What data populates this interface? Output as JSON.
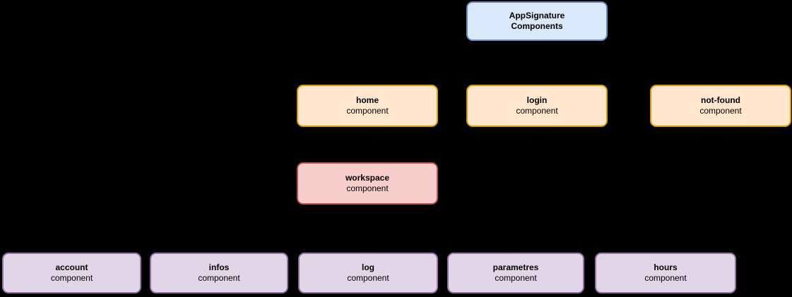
{
  "canvas": {
    "background": "#000000",
    "text_color": "#000000"
  },
  "palette": {
    "blue": {
      "fill": "#dae8fc",
      "stroke": "#6c8ebf"
    },
    "orange": {
      "fill": "#ffe6cc",
      "stroke": "#d79b00"
    },
    "red": {
      "fill": "#f8cecc",
      "stroke": "#b85450"
    },
    "purple": {
      "fill": "#e1d5e7",
      "stroke": "#9673a6"
    }
  },
  "nodes": {
    "appsignature": {
      "line1": "AppSignature",
      "line2": "Components",
      "theme": "blue"
    },
    "home": {
      "line1": "home",
      "line2": "component",
      "theme": "orange"
    },
    "login": {
      "line1": "login",
      "line2": "component",
      "theme": "orange"
    },
    "not_found": {
      "line1": "not-found",
      "line2": "component",
      "theme": "orange"
    },
    "workspace": {
      "line1": "workspace",
      "line2": "component",
      "theme": "red"
    },
    "account": {
      "line1": "account",
      "line2": "component",
      "theme": "purple"
    },
    "infos": {
      "line1": "infos",
      "line2": "component",
      "theme": "purple"
    },
    "log": {
      "line1": "log",
      "line2": "component",
      "theme": "purple"
    },
    "parametres": {
      "line1": "parametres",
      "line2": "component",
      "theme": "purple"
    },
    "hours": {
      "line1": "hours",
      "line2": "component",
      "theme": "purple"
    }
  }
}
